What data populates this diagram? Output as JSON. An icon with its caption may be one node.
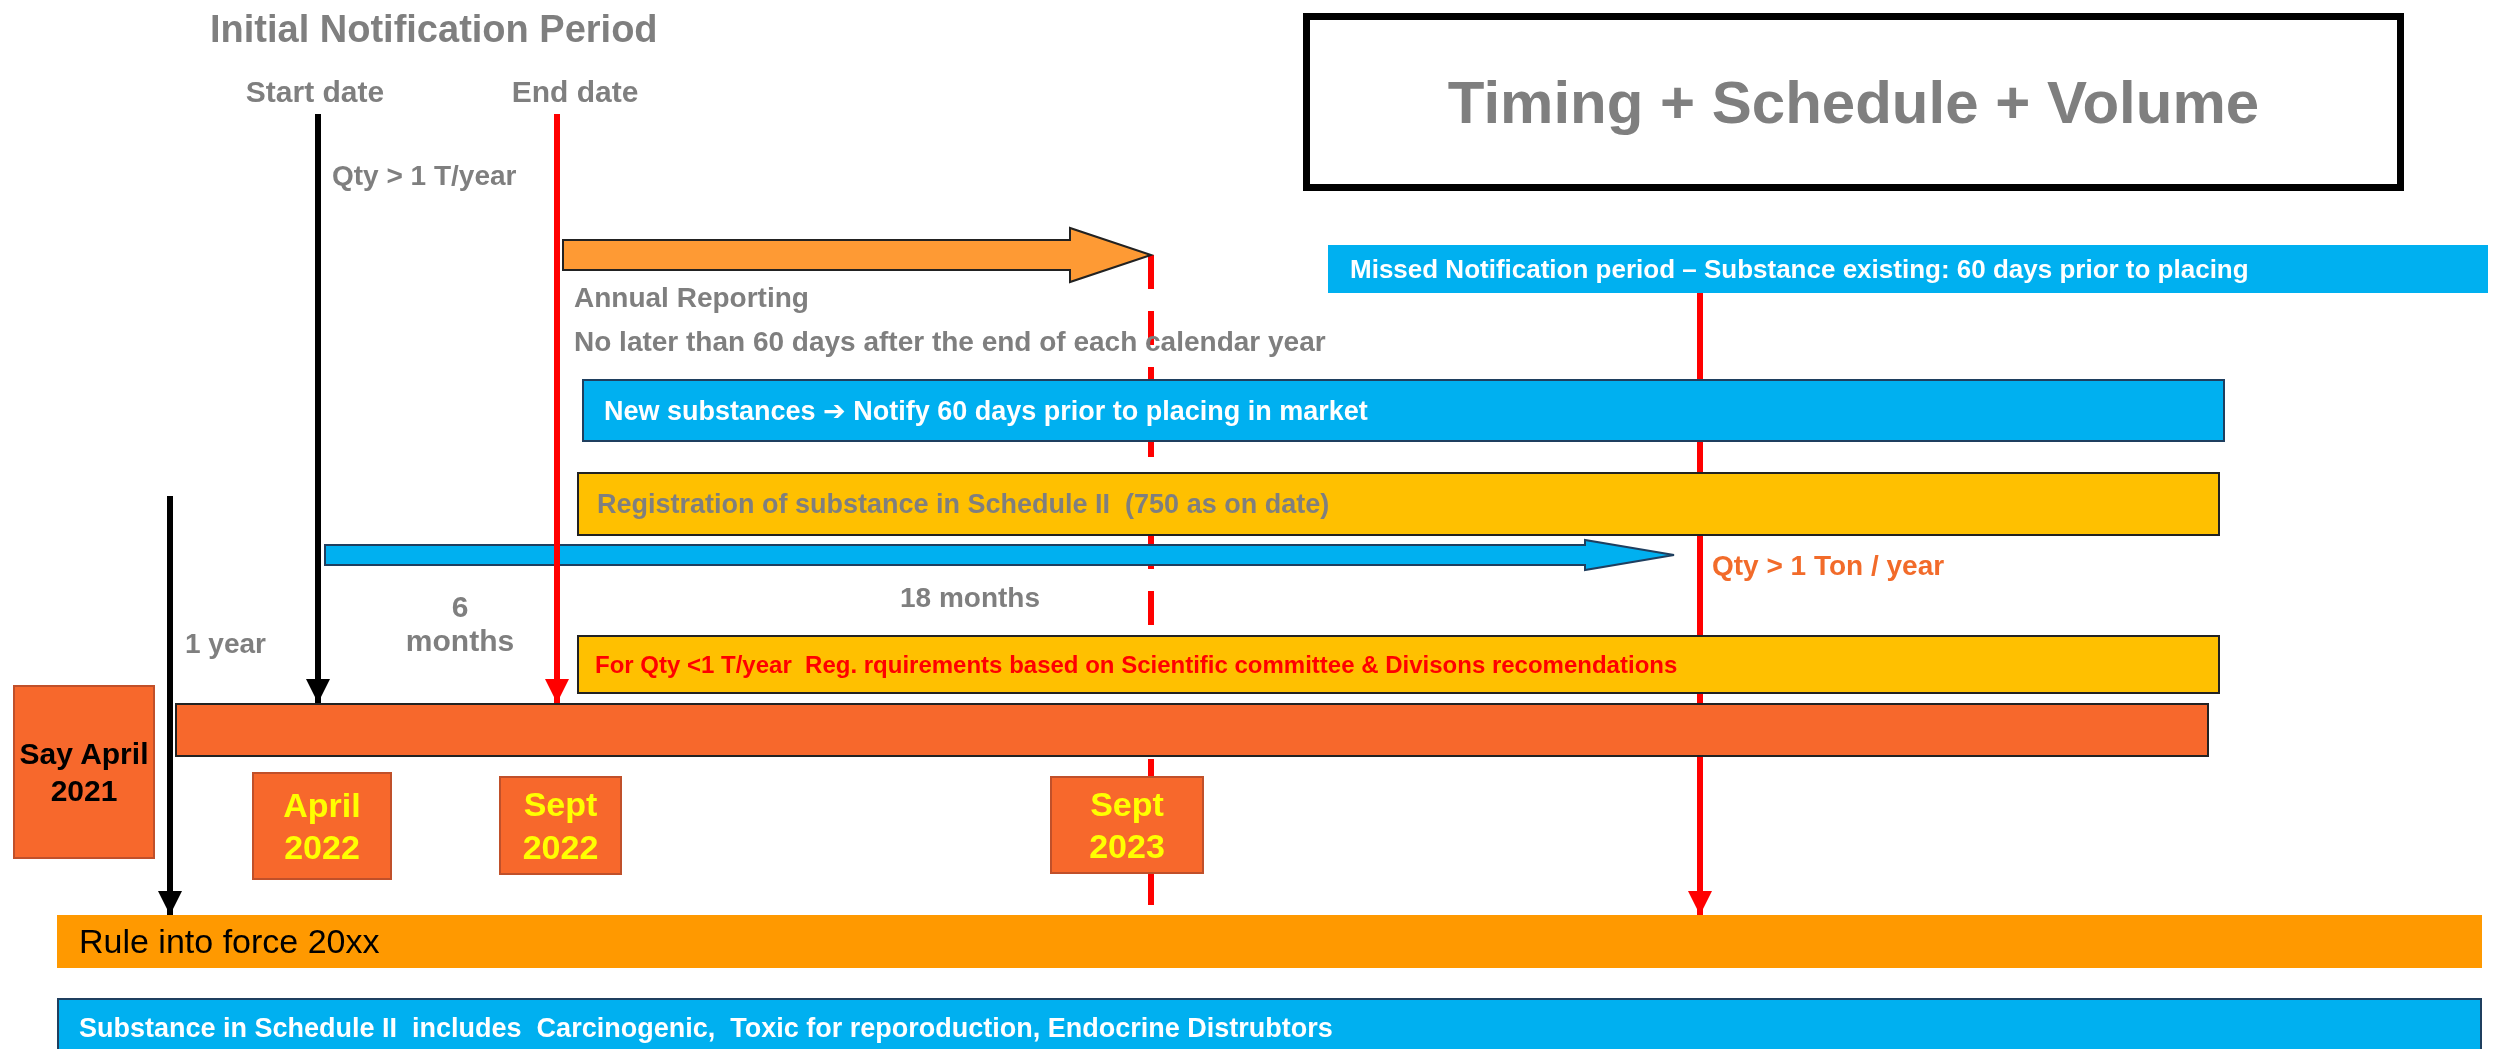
{
  "diagram": {
    "title": "Initial Notification Period",
    "nodes": [
      {
        "text": [
          "Start date"
        ]
      },
      {
        "text": [
          "End date"
        ]
      },
      {
        "text": [
          "Timing + Schedule + Volume"
        ]
      },
      {
        "text": [
          "Missed Notification period – Substance existing: 60 days prior to placing"
        ]
      },
      {
        "text": [
          "New substances ➔ Notify 60 days prior to placing in market"
        ]
      },
      {
        "text": [
          "Registration of substance in Schedule II  (750 as on date)"
        ]
      },
      {
        "text": [
          "For Qty <1 T/year  Reg. rquirements based on Scientific committee & Divisons recomendations"
        ]
      },
      {
        "text": [
          "Say April 2021"
        ]
      },
      {
        "text": [],
        "shape": "bar"
      },
      {
        "text": [
          "April 2022"
        ]
      },
      {
        "text": [
          "Sept 2022"
        ]
      },
      {
        "text": [
          "Sept 2023"
        ]
      },
      {
        "text": [
          "Rule into force 20xx"
        ]
      },
      {
        "text": [
          "Substance in Schedule II  includes  Carcinogenic,  Toxic for reporoduction, Endocrine Distrubtors"
        ]
      }
    ],
    "edges": [
      {
        "from": 0,
        "to": 8,
        "arrow": "to",
        "color": "#000000"
      },
      {
        "from": 1,
        "to": 8,
        "arrow": "to"
      },
      {
        "from": 3,
        "to": 4,
        "arrow": "none"
      },
      {
        "from": 4,
        "to": 5,
        "arrow": "none"
      },
      {
        "from": 5,
        "to": 6,
        "arrow": "none"
      },
      {
        "from": 6,
        "to": 8,
        "arrow": "none"
      },
      {
        "from": 8,
        "to": 12,
        "arrow": "to"
      },
      {
        "from": null,
        "to": 12,
        "arrow": "to",
        "color": "#000000"
      }
    ],
    "labels": [
      "Qty > 1 T/year",
      "Annual Reporting",
      "No later than 60 days after the end of each calendar year",
      "Qty > 1 Ton / year",
      "1 year",
      "6 months",
      "18 months"
    ]
  }
}
